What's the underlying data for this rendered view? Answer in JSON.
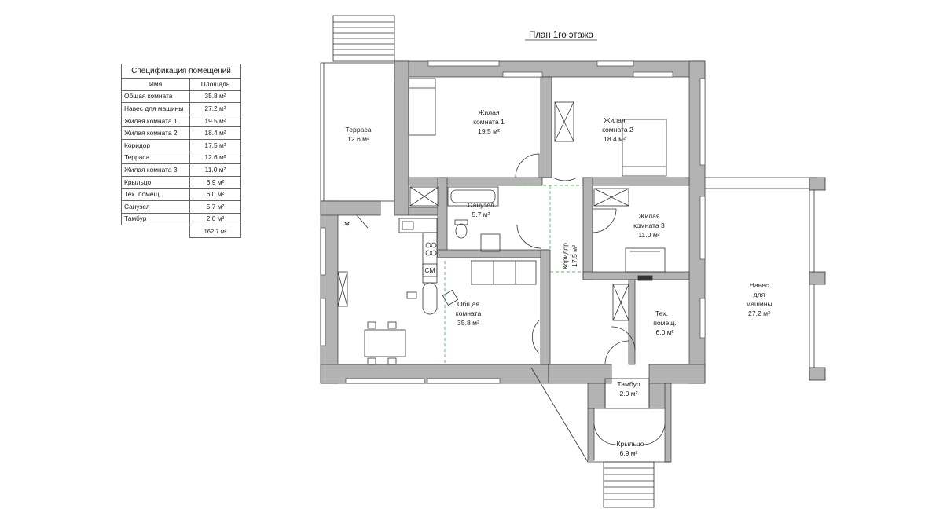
{
  "plan_title": "План 1го этажа",
  "spec": {
    "caption": "Спецификация помещений",
    "col_name": "Имя",
    "col_area": "Площадь",
    "rows": [
      {
        "name": "Общая комната",
        "area": "35.8 м²"
      },
      {
        "name": "Навес для машины",
        "area": "27.2 м²"
      },
      {
        "name": "Жилая комната 1",
        "area": "19.5 м²"
      },
      {
        "name": "Жилая комната 2",
        "area": "18.4 м²"
      },
      {
        "name": "Коридор",
        "area": "17.5 м²"
      },
      {
        "name": "Терраса",
        "area": "12.6 м²"
      },
      {
        "name": "Жилая комната 3",
        "area": "11.0 м²"
      },
      {
        "name": "Крыльцо",
        "area": "6.9 м²"
      },
      {
        "name": "Тех. помещ.",
        "area": "6.0 м²"
      },
      {
        "name": "Санузел",
        "area": "5.7 м²"
      },
      {
        "name": "Тамбур",
        "area": "2.0 м²"
      }
    ],
    "total": "162.7 м²"
  },
  "rooms": {
    "terrace": {
      "name": "Терраса",
      "area": "12.6 м²"
    },
    "bedroom1": {
      "line1": "Жилая",
      "line2": "комната 1",
      "area": "19.5 м²"
    },
    "bedroom2": {
      "line1": "Жилая",
      "line2": "комната 2",
      "area": "18.4 м²"
    },
    "bedroom3": {
      "line1": "Жилая",
      "line2": "комната 3",
      "area": "11.0 м²"
    },
    "bathroom": {
      "name": "Санузел",
      "area": "5.7 м²"
    },
    "corridor": {
      "name": "Коридор",
      "area": "17.5 м²"
    },
    "living": {
      "line1": "Общая",
      "line2": "комната",
      "area": "35.8 м²"
    },
    "carport": {
      "line1": "Навес",
      "line2": "для",
      "line3": "машины",
      "area": "27.2 м²"
    },
    "tech": {
      "line1": "Тех.",
      "line2": "помещ.",
      "area": "6.0 м²"
    },
    "vestibule": {
      "name": "Тамбур",
      "area": "2.0 м²"
    },
    "porch": {
      "name": "Крыльцо",
      "area": "6.9 м²"
    }
  },
  "fixtures": {
    "washer_label": "СМ"
  },
  "colors": {
    "wall": "#b3b3b3",
    "line": "#333333",
    "dash": "#2f9e3a"
  }
}
